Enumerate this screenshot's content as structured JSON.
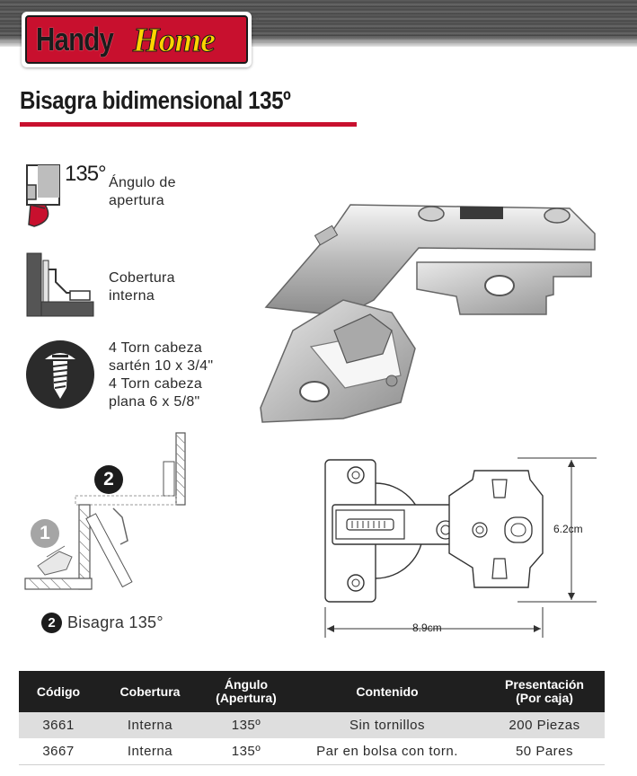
{
  "brand": {
    "name_part1": "Handy",
    "name_part2": "Home"
  },
  "product": {
    "title": "Bisagra bidimensional 135º"
  },
  "features": [
    {
      "icon": "opening-angle-icon",
      "value": "135°",
      "label_line1": "Ángulo de",
      "label_line2": "apertura"
    },
    {
      "icon": "internal-cover-icon",
      "label_line1": "Cobertura",
      "label_line2": "interna"
    },
    {
      "icon": "screw-icon",
      "label_line1": "4 Torn cabeza",
      "label_line2": "sartén 10 x 3/4\"",
      "label_line3": "4 Torn cabeza",
      "label_line4": "plana 6 x 5/8\""
    }
  ],
  "diagram": {
    "step1": "1",
    "step2": "2",
    "legend_number": "2",
    "legend_text": "Bisagra 135°"
  },
  "dimensions": {
    "height": "6.2cm",
    "width": "8.9cm"
  },
  "table": {
    "headers": {
      "codigo": "Código",
      "cobertura": "Cobertura",
      "angulo_line1": "Ángulo",
      "angulo_line2": "(Apertura)",
      "contenido": "Contenido",
      "presentacion_line1": "Presentación",
      "presentacion_line2": "(Por caja)"
    },
    "rows": [
      {
        "codigo": "3661",
        "cobertura": "Interna",
        "angulo": "135º",
        "contenido": "Sin tornillos",
        "presentacion": "200 Piezas"
      },
      {
        "codigo": "3667",
        "cobertura": "Interna",
        "angulo": "135º",
        "contenido": "Par en bolsa con torn.",
        "presentacion": "50 Pares"
      }
    ]
  },
  "colors": {
    "brand_red": "#c8102e",
    "brand_yellow": "#ffd400",
    "table_header": "#1f1f1f",
    "row_shade": "#dedede"
  }
}
